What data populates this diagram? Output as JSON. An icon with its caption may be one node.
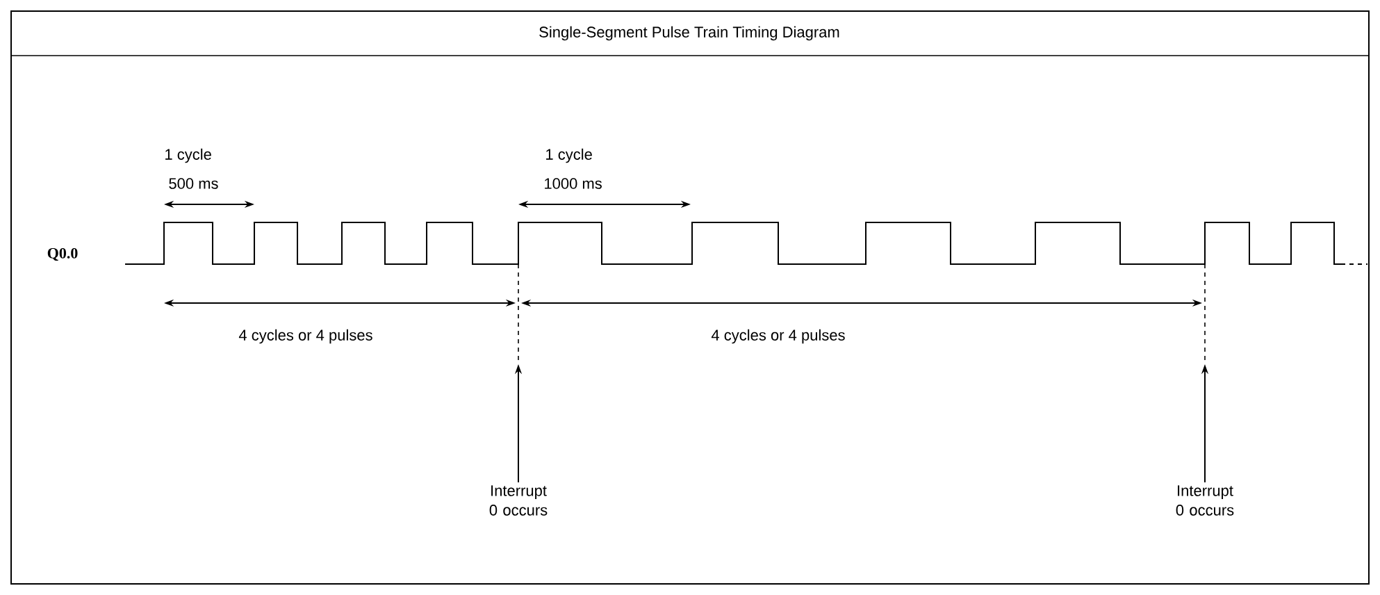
{
  "diagram": {
    "title": "Single-Segment Pulse Train Timing Diagram",
    "nodes": [
      {
        "text": [
          "Interrupt 0 occurs"
        ]
      },
      {
        "text": [
          "Interrupt 0 occurs"
        ]
      }
    ],
    "edges": [
      {
        "from": 0,
        "to": null,
        "arrow": "to"
      },
      {
        "from": 1,
        "to": null,
        "arrow": "to"
      }
    ],
    "labels": [
      "1 cycle",
      "500 ms",
      "1 cycle",
      "1000 ms",
      "Q0.0",
      "4 cycles or 4 pulses",
      "4 cycles or 4 pulses"
    ]
  }
}
